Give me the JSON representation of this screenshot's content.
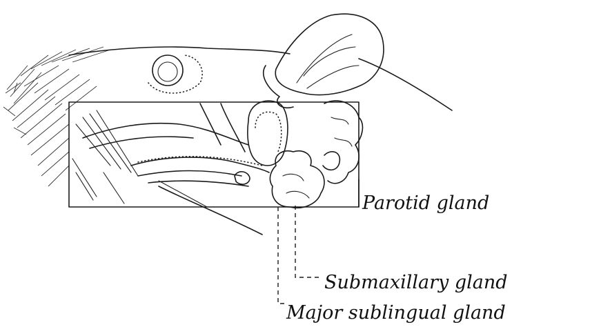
{
  "labels": {
    "parotid": "Parotid gland",
    "submaxillary": "Submaxillary gland",
    "sublingual": "Major sublingual gland"
  },
  "colors": {
    "ink": "#1a1a1a",
    "background": "#ffffff"
  }
}
